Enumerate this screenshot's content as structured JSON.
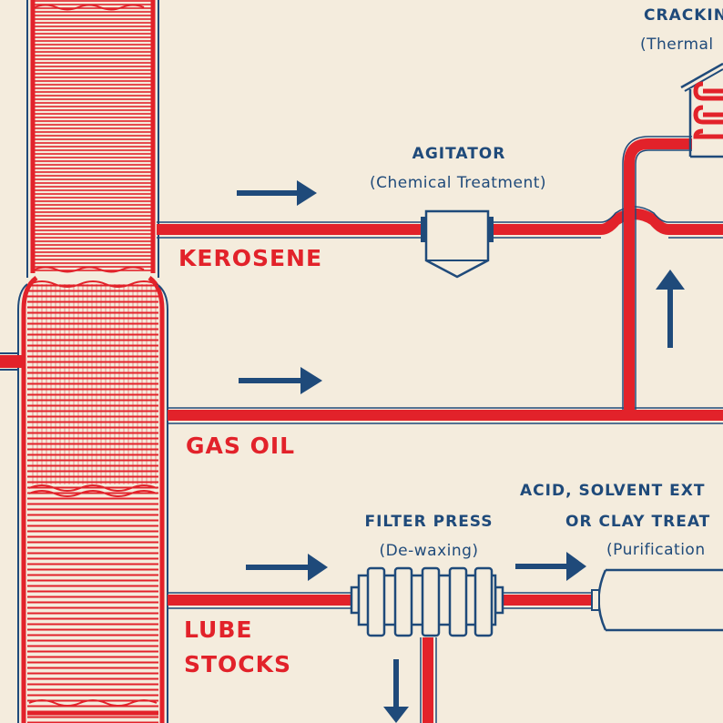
{
  "colors": {
    "background": "#f4ecdd",
    "red": "#e2222a",
    "blue": "#1f4a7a"
  },
  "streams": {
    "kerosene": "KEROSENE",
    "gas_oil": "GAS OIL",
    "lube_line1": "LUBE",
    "lube_line2": "STOCKS"
  },
  "equipment": {
    "agitator": {
      "title": "AGITATOR",
      "subtitle": "(Chemical Treatment)"
    },
    "cracking": {
      "title": "CRACKIN",
      "subtitle": "(Thermal"
    },
    "filter_press": {
      "title": "FILTER PRESS",
      "subtitle": "(De-waxing)"
    },
    "acid_treater": {
      "title_line1": "ACID, SOLVENT EXT",
      "title_line2": "OR CLAY TREAT",
      "subtitle": "(Purification"
    }
  }
}
